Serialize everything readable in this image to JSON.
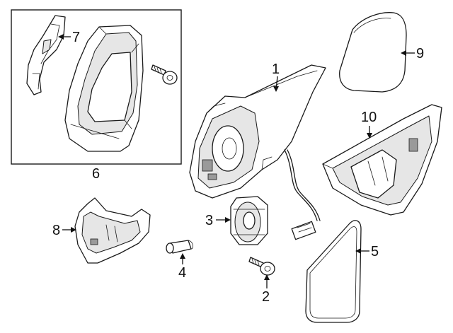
{
  "callouts": {
    "c1": "1",
    "c2": "2",
    "c3": "3",
    "c4": "4",
    "c5": "5",
    "c6": "6",
    "c7": "7",
    "c8": "8",
    "c9": "9",
    "c10": "10"
  }
}
